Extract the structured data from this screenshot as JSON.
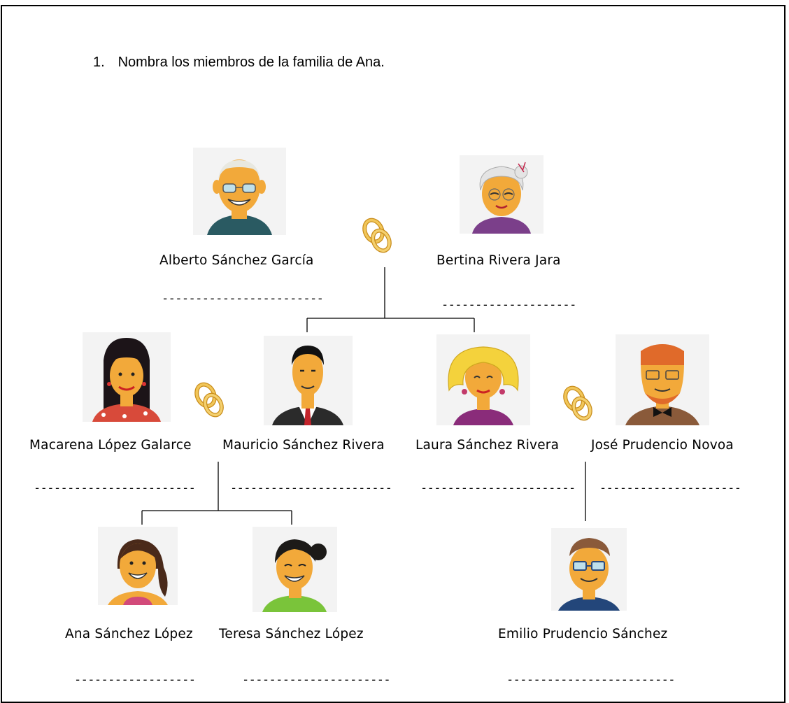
{
  "question": {
    "number": "1.",
    "text": "Nombra los miembros de la familia de Ana."
  },
  "members": {
    "alberto": {
      "name": "Alberto Sánchez García",
      "blank": "------------------------"
    },
    "bertina": {
      "name": "Bertina Rivera Jara",
      "blank": "--------------------"
    },
    "macarena": {
      "name": "Macarena López Galarce",
      "blank": "------------------------"
    },
    "mauricio": {
      "name": "Mauricio Sánchez Rivera",
      "blank": "------------------------"
    },
    "laura": {
      "name": "Laura Sánchez Rivera",
      "blank": "-----------------------"
    },
    "jose": {
      "name": "José Prudencio Novoa",
      "blank": "---------------------"
    },
    "ana": {
      "name": "Ana Sánchez López",
      "blank": "------------------"
    },
    "teresa": {
      "name": "Teresa Sánchez López",
      "blank": "----------------------"
    },
    "emilio": {
      "name": "Emilio Prudencio Sánchez",
      "blank": "-------------------------"
    }
  },
  "icons": {
    "ring": "wedding-rings-icon",
    "portrait": "cartoon-face-portrait"
  },
  "colors": {
    "skin": "#f2a93a",
    "ring": "#e7b341",
    "line": "#000000"
  }
}
